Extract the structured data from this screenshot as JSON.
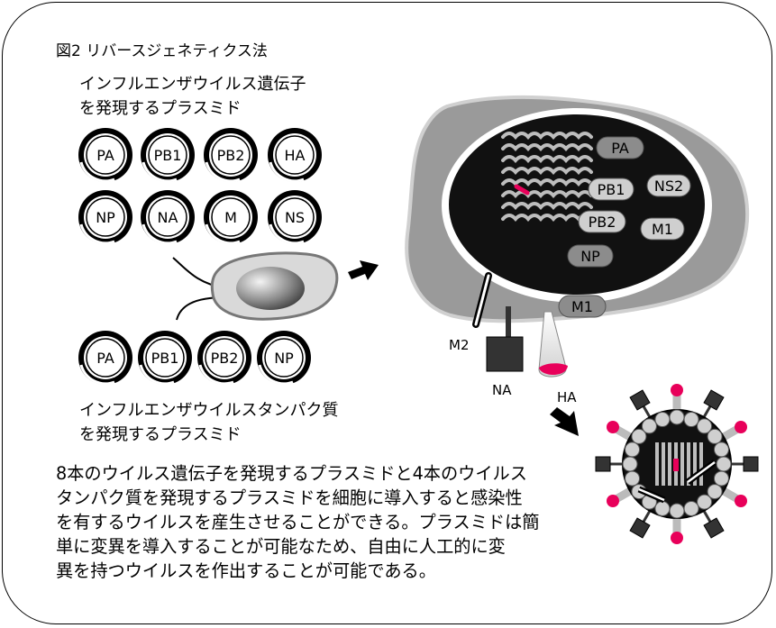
{
  "figure": {
    "title": "図2 リバースジェネティクス法",
    "gene_heading": [
      "インフルエンザウイルス遺伝子",
      "を発現するプラスミド"
    ],
    "protein_heading": [
      "インフルエンザウイルスタンパク質",
      "を発現するプラスミド"
    ],
    "gene_plasmids": [
      "PA",
      "PB1",
      "PB2",
      "HA",
      "NP",
      "NA",
      "M",
      "NS"
    ],
    "protein_plasmids": [
      "PA",
      "PB1",
      "PB2",
      "NP"
    ],
    "cell_protein_labels": [
      "PA",
      "PB1",
      "NS2",
      "PB2",
      "M1",
      "NP",
      "M1"
    ],
    "component_labels": {
      "m2": "M2",
      "na": "NA",
      "ha": "HA"
    },
    "caption": [
      "8本のウイルス遺伝子を発現するプラスミドと4本のウイルス",
      "タンパク質を発現するプラスミドを細胞に導入すると感染性",
      "を有するウイルスを産生させることができる。プラスミドは簡",
      "単に変異を導入することが可能なため、自由に人工的に変",
      "異を持つウイルスを作出することが可能である。"
    ]
  },
  "colors": {
    "accent": "#e8005a",
    "dark": "#111111",
    "cell_gray": "#9a9a9a"
  }
}
